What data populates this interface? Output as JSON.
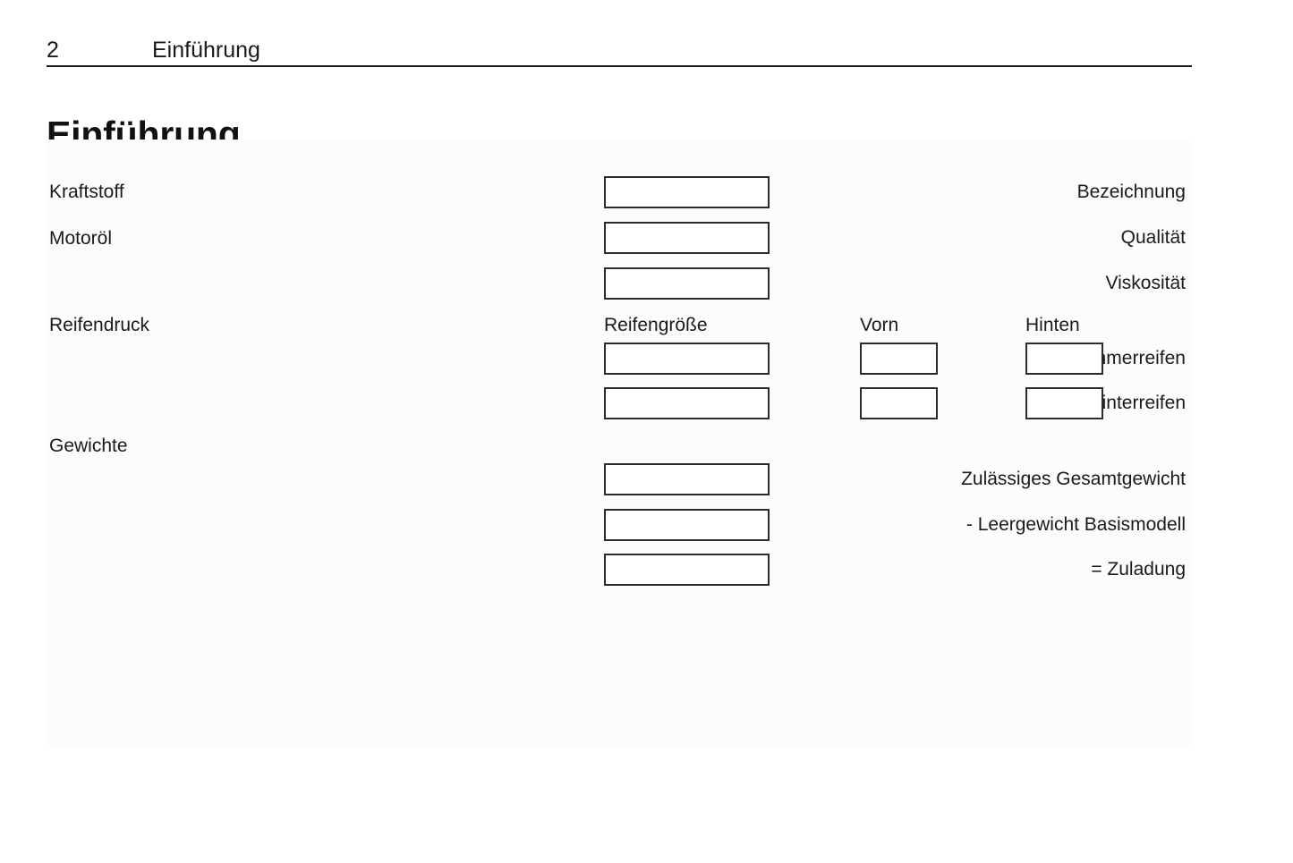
{
  "header": {
    "page_number": "2",
    "title": "Einführung"
  },
  "chapter": {
    "title": "Einführung"
  },
  "form": {
    "sections": [
      {
        "label": "Kraftstoff"
      },
      {
        "label": "Motoröl"
      },
      {
        "label": "Reifendruck"
      },
      {
        "label": "Gewichte"
      }
    ],
    "column_headers": {
      "tire_size": "Reifengröße",
      "front": "Vorn",
      "rear": "Hinten"
    },
    "fields": [
      {
        "label": "Bezeichnung",
        "value": ""
      },
      {
        "label": "Qualität",
        "value": ""
      },
      {
        "label": "Viskosität",
        "value": ""
      },
      {
        "label": "Sommerreifen",
        "value": "",
        "front": "",
        "rear": ""
      },
      {
        "label": "Winterreifen",
        "value": "",
        "front": "",
        "rear": ""
      },
      {
        "label": "Zulässiges Gesamtgewicht",
        "value": ""
      },
      {
        "label": "- Leergewicht Basismodell",
        "value": ""
      },
      {
        "label": "= Zuladung",
        "value": ""
      }
    ]
  },
  "colors": {
    "text": "#1a1a1a",
    "rule": "#1a1a1a",
    "box_border": "#2b2b2b",
    "panel_background": "#fcfcfd",
    "page_background": "#ffffff"
  }
}
